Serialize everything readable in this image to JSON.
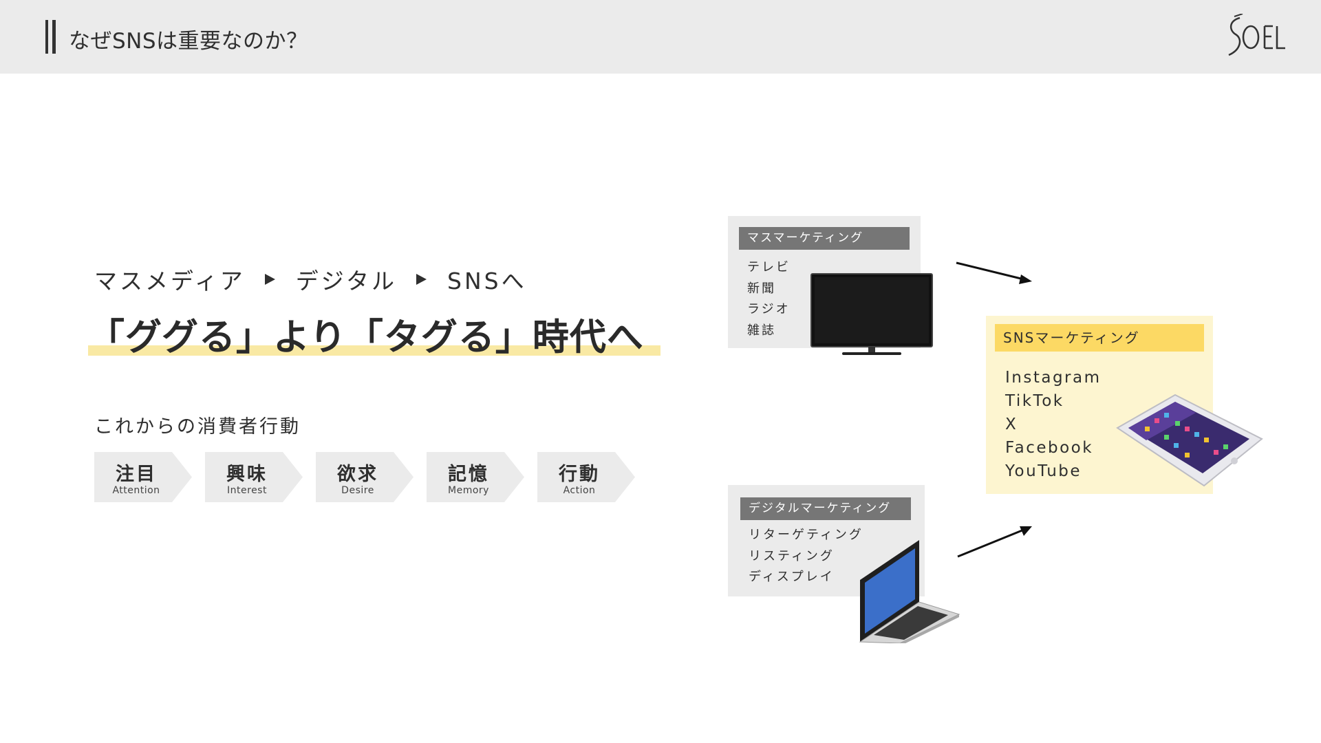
{
  "header": {
    "title": "なぜSNSは重要なのか？",
    "logo_text": "SOEL"
  },
  "evolution": {
    "steps": [
      "マスメディア",
      "デジタル",
      "SNSへ"
    ]
  },
  "headline": "「ググる」より「タグる」時代へ",
  "behavior": {
    "title": "これからの消費者行動",
    "steps": [
      {
        "jp": "注目",
        "en": "Attention"
      },
      {
        "jp": "興味",
        "en": "Interest"
      },
      {
        "jp": "欲求",
        "en": "Desire"
      },
      {
        "jp": "記憶",
        "en": "Memory"
      },
      {
        "jp": "行動",
        "en": "Action"
      }
    ]
  },
  "mass_marketing": {
    "label": "マスマーケティング",
    "items": [
      "テレビ",
      "新聞",
      "ラジオ",
      "雑誌"
    ]
  },
  "digital_marketing": {
    "label": "デジタルマーケティング",
    "items": [
      "リターゲティング",
      "リスティング",
      "ディスプレイ"
    ]
  },
  "sns_marketing": {
    "label": "SNSマーケティング",
    "items": [
      "Instagram",
      "TikTok",
      "X",
      "Facebook",
      "YouTube"
    ]
  },
  "colors": {
    "header_bg": "#ebebeb",
    "highlight_yellow": "#f9e9a4",
    "sns_bg": "#fdf5d0",
    "sns_label": "#fcd964",
    "gray_label": "#767676",
    "laptop_screen": "#3b6fc9"
  },
  "icons": [
    "television-icon",
    "laptop-icon",
    "smartphone-icon",
    "arrow-icon"
  ]
}
